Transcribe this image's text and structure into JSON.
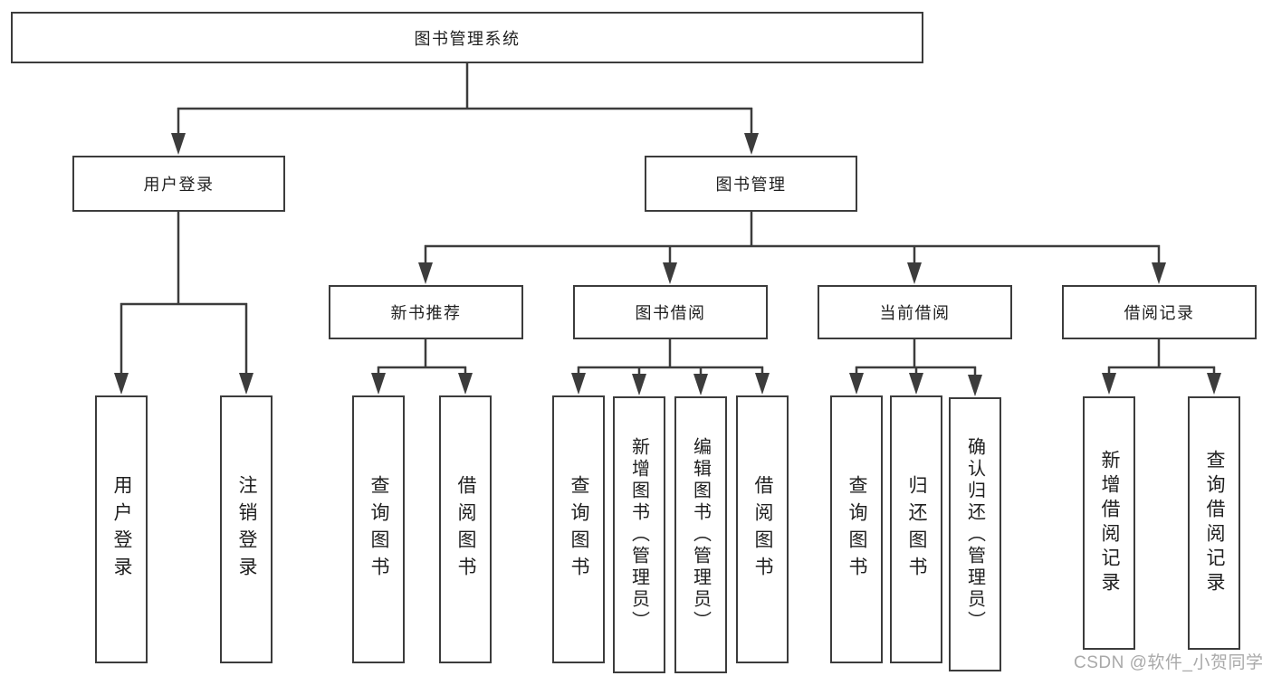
{
  "diagram_title": "图书管理系统",
  "colors": {
    "line": "#3c3c3c",
    "box_border": "#3c3c3c",
    "text": "#1f1f1f",
    "background": "#ffffff",
    "watermark": "#a9a9a9"
  },
  "tree": {
    "label": "图书管理系统",
    "children": [
      {
        "label": "用户登录",
        "children": [
          {
            "label": "用户登录"
          },
          {
            "label": "注销登录"
          }
        ]
      },
      {
        "label": "图书管理",
        "children": [
          {
            "label": "新书推荐",
            "children": [
              {
                "label": "查询图书"
              },
              {
                "label": "借阅图书"
              }
            ]
          },
          {
            "label": "图书借阅",
            "children": [
              {
                "label": "查询图书"
              },
              {
                "label": "新增图书（管理员）"
              },
              {
                "label": "编辑图书（管理员）"
              },
              {
                "label": "借阅图书"
              }
            ]
          },
          {
            "label": "当前借阅",
            "children": [
              {
                "label": "查询图书"
              },
              {
                "label": "归还图书"
              },
              {
                "label": "确认归还（管理员）"
              }
            ]
          },
          {
            "label": "借阅记录",
            "children": [
              {
                "label": "新增借阅记录"
              },
              {
                "label": "查询借阅记录"
              }
            ]
          }
        ]
      }
    ]
  },
  "watermark": {
    "text": "CSDN @软件_小贺同学"
  }
}
